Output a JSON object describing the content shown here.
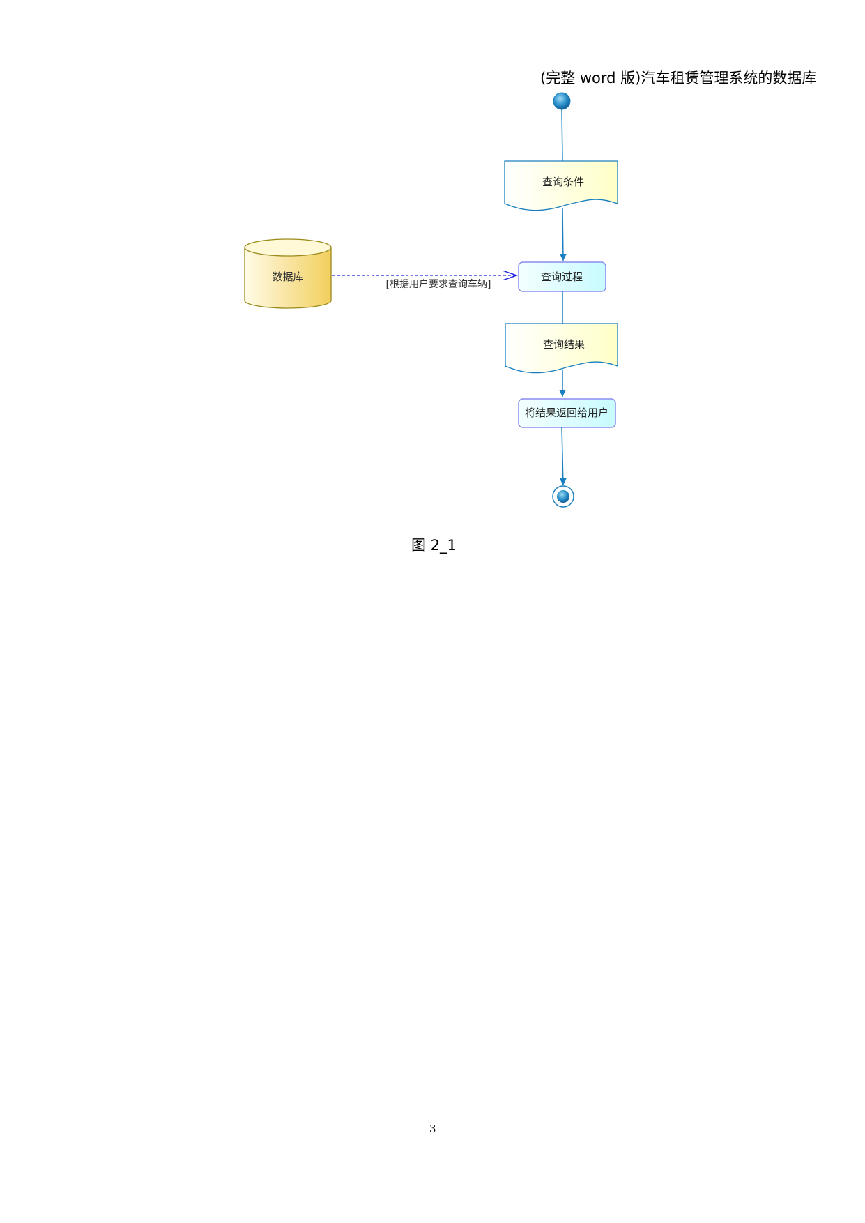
{
  "header": {
    "title": "(完整 word 版)汽车租赁管理系统的数据库"
  },
  "diagram": {
    "nodes": {
      "query_conditions": "查询条件",
      "query_process": "查询过程",
      "query_results": "查询结果",
      "return_results": "将结果返回给用户",
      "database": "数据库"
    },
    "edge_label": "[根据用户要求查询车辆]",
    "colors": {
      "flow_line": "#1a7fc0",
      "dashed_link": "#2222dd",
      "database_fill": "#f4d36a",
      "database_stroke": "#9a8a1a",
      "document_fill": "#fffff0",
      "activity_fill": "#e0feff",
      "activity_stroke": "#8c8cf0"
    }
  },
  "figure": {
    "caption": "图 2_1"
  },
  "footer": {
    "page_number": "3"
  }
}
